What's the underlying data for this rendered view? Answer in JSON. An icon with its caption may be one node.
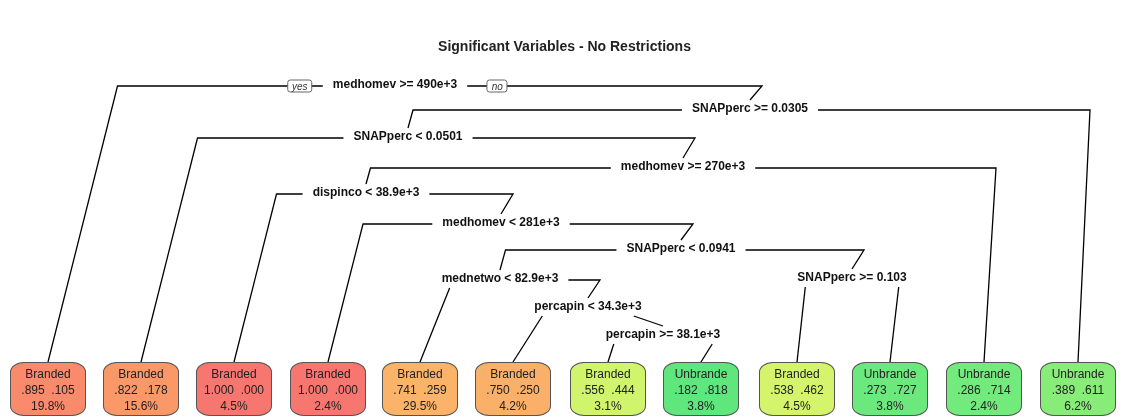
{
  "diagram": {
    "title": "Significant Variables - No Restrictions",
    "nodes": [
      {
        "text": [
          "medhomev >= 490e+3"
        ]
      },
      {
        "text": [
          "SNAPperc >= 0.0305"
        ]
      },
      {
        "text": [
          "SNAPperc < 0.0501"
        ]
      },
      {
        "text": [
          "medhomev >= 270e+3"
        ]
      },
      {
        "text": [
          "dispinco < 38.9e+3"
        ]
      },
      {
        "text": [
          "medhomev < 281e+3"
        ]
      },
      {
        "text": [
          "SNAPperc < 0.0941"
        ]
      },
      {
        "text": [
          "mednetwo < 82.9e+3"
        ]
      },
      {
        "text": [
          "SNAPperc >= 0.103"
        ]
      },
      {
        "text": [
          "percapin < 34.3e+3"
        ]
      },
      {
        "text": [
          "percapin >= 38.1e+3"
        ]
      },
      {
        "text": [
          "Branded",
          ".895  .105",
          "19.8%"
        ]
      },
      {
        "text": [
          "Branded",
          ".822  .178",
          "15.6%"
        ]
      },
      {
        "text": [
          "Branded",
          "1.000  .000",
          "4.5%"
        ]
      },
      {
        "text": [
          "Branded",
          "1.000  .000",
          "2.4%"
        ]
      },
      {
        "text": [
          "Branded",
          ".741  .259",
          "29.5%"
        ]
      },
      {
        "text": [
          "Branded",
          ".750  .250",
          "4.2%"
        ]
      },
      {
        "text": [
          "Branded",
          ".556  .444",
          "3.1%"
        ]
      },
      {
        "text": [
          "Unbrande",
          ".182  .818",
          "3.8%"
        ]
      },
      {
        "text": [
          "Branded",
          ".538  .462",
          "4.5%"
        ]
      },
      {
        "text": [
          "Unbrande",
          ".273  .727",
          "3.8%"
        ]
      },
      {
        "text": [
          "Unbrande",
          ".286  .714",
          "2.4%"
        ]
      },
      {
        "text": [
          "Unbrande",
          ".389  .611",
          "6.2%"
        ]
      }
    ],
    "edges": [
      {
        "from": 0,
        "to": 11,
        "arrow": "none",
        "label": "yes"
      },
      {
        "from": 0,
        "to": 1,
        "arrow": "none",
        "label": "no"
      },
      {
        "from": 1,
        "to": 2,
        "arrow": "none"
      },
      {
        "from": 1,
        "to": 22,
        "arrow": "none"
      },
      {
        "from": 2,
        "to": 12,
        "arrow": "none"
      },
      {
        "from": 2,
        "to": 3,
        "arrow": "none"
      },
      {
        "from": 3,
        "to": 4,
        "arrow": "none"
      },
      {
        "from": 3,
        "to": 21,
        "arrow": "none"
      },
      {
        "from": 4,
        "to": 13,
        "arrow": "none"
      },
      {
        "from": 4,
        "to": 5,
        "arrow": "none"
      },
      {
        "from": 5,
        "to": 14,
        "arrow": "none"
      },
      {
        "from": 5,
        "to": 6,
        "arrow": "none"
      },
      {
        "from": 6,
        "to": 7,
        "arrow": "none"
      },
      {
        "from": 6,
        "to": 8,
        "arrow": "none"
      },
      {
        "from": 7,
        "to": 15,
        "arrow": "none"
      },
      {
        "from": 7,
        "to": 9,
        "arrow": "none"
      },
      {
        "from": 9,
        "to": 16,
        "arrow": "none"
      },
      {
        "from": 9,
        "to": 10,
        "arrow": "none"
      },
      {
        "from": 10,
        "to": 17,
        "arrow": "none"
      },
      {
        "from": 10,
        "to": 18,
        "arrow": "none"
      },
      {
        "from": 8,
        "to": 19,
        "arrow": "none"
      },
      {
        "from": 8,
        "to": 20,
        "arrow": "none"
      }
    ]
  }
}
